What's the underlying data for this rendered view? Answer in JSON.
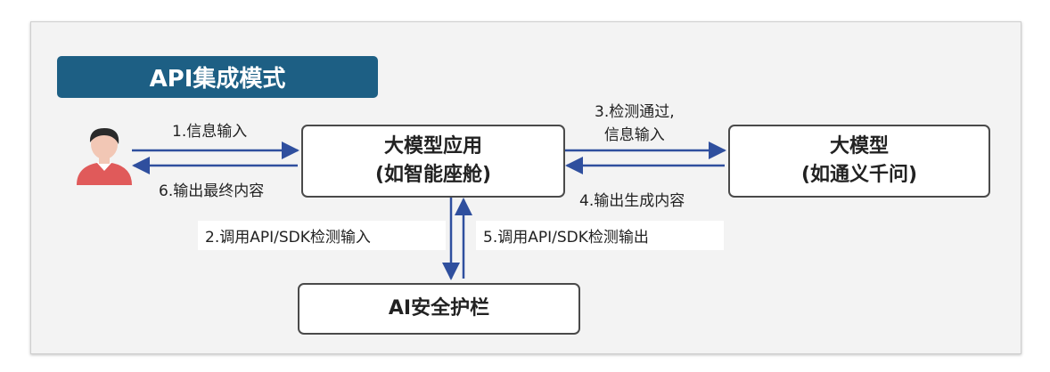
{
  "title": "API集成模式",
  "nodes": {
    "user": {
      "icon": "user-icon"
    },
    "app": {
      "line1": "大模型应用",
      "line2": "(如智能座舱)"
    },
    "model": {
      "line1": "大模型",
      "line2": "(如通义千问)"
    },
    "guardrail": {
      "label": "AI安全护栏"
    }
  },
  "edges": {
    "e1": "1.信息输入",
    "e2": "2.调用API/SDK检测输入",
    "e3_line1": "3.检测通过,",
    "e3_line2": "信息输入",
    "e4": "4.输出生成内容",
    "e5": "5.调用API/SDK检测输出",
    "e6": "6.输出最终内容"
  },
  "colors": {
    "title_bg": "#1d5f84",
    "arrow": "#2f4f9e",
    "avatar_shirt": "#e05a5a",
    "avatar_hair": "#2a2a2a",
    "avatar_skin": "#f2c7b5"
  }
}
